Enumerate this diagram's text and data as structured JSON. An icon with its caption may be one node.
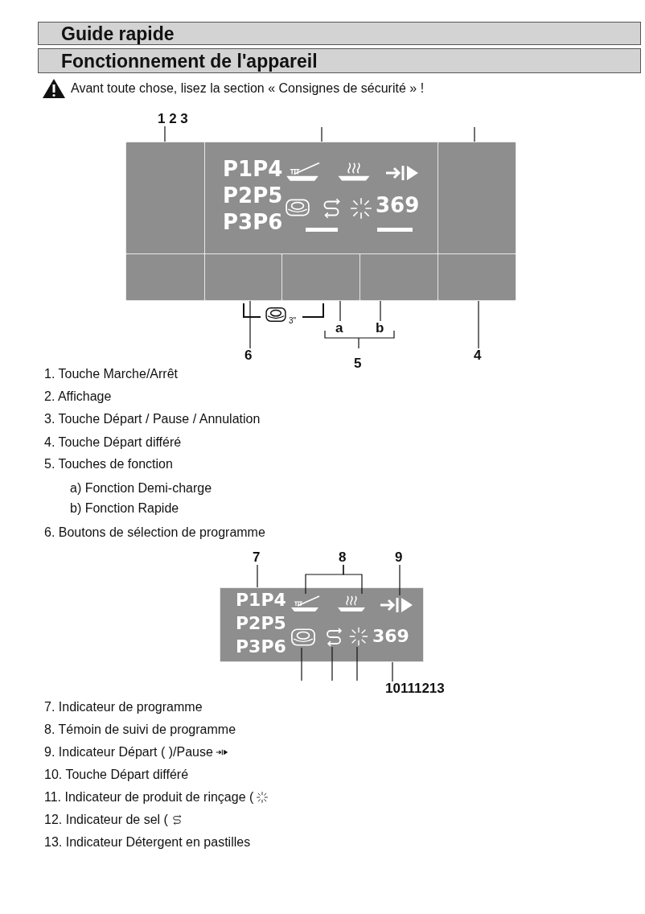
{
  "diagram": {
    "title": "Guide rapide",
    "nodes": [
      {
        "text": [
          "1 2 3"
        ]
      },
      {
        "text": [],
        "shape": "box"
      },
      {
        "text": [
          "P1P4",
          "P2P5",
          "P3P6",
          "369"
        ]
      },
      {
        "text": [],
        "shape": "box"
      },
      {
        "text": [],
        "shape": "box"
      },
      {
        "text": [],
        "shape": "box"
      },
      {
        "text": [],
        "shape": "box"
      },
      {
        "text": [],
        "shape": "box"
      },
      {
        "text": [],
        "shape": "box"
      },
      {
        "text": [
          "6"
        ]
      },
      {
        "text": [
          "a"
        ]
      },
      {
        "text": [
          "b"
        ]
      },
      {
        "text": [
          "4"
        ]
      },
      {
        "text": [
          "7"
        ]
      },
      {
        "text": [
          "8"
        ]
      },
      {
        "text": [
          "9"
        ]
      },
      {
        "text": [
          "P1P4",
          "P2P5",
          "P3P6",
          "369"
        ]
      },
      {
        "text": [],
        "shape": "picture",
        "in": 16
      },
      {
        "text": [],
        "shape": "picture",
        "in": 16
      },
      {
        "text": [],
        "shape": "picture",
        "in": 16
      },
      {
        "text": [],
        "shape": "picture",
        "in": 16
      },
      {
        "text": [],
        "shape": "picture",
        "in": 16
      },
      {
        "text": [],
        "shape": "picture",
        "in": 16
      },
      {
        "text": [
          "10111213"
        ]
      }
    ],
    "edges": [
      {
        "from": 0,
        "to": 1,
        "arrow": "none"
      },
      {
        "from": null,
        "to": 2,
        "arrow": "none"
      },
      {
        "from": null,
        "to": 3,
        "arrow": "none"
      },
      {
        "from": 9,
        "to": 5,
        "arrow": "none"
      },
      {
        "from": 10,
        "to": 6,
        "arrow": "none"
      },
      {
        "from": 11,
        "to": 7,
        "arrow": "none"
      },
      {
        "from": 12,
        "to": 8,
        "arrow": "none"
      },
      {
        "from": 13,
        "to": 16,
        "arrow": "none"
      },
      {
        "from": 14,
        "to": 17,
        "arrow": "none"
      },
      {
        "from": 14,
        "to": 18,
        "arrow": "none"
      },
      {
        "from": 15,
        "to": 19,
        "arrow": "none"
      },
      {
        "from": 20,
        "to": null,
        "arrow": "none"
      },
      {
        "from": 21,
        "to": null,
        "arrow": "none"
      },
      {
        "from": 22,
        "to": null,
        "arrow": "none"
      },
      {
        "from": 23,
        "to": 16,
        "arrow": "none"
      }
    ],
    "labels": [
      "Fonctionnement de l'appareil",
      "Avant toute chose, lisez la section « Consignes de sécurité » !",
      "3\"",
      "5",
      "1. Touche Marche/Arrêt",
      "2. Affichage",
      "3. Touche Départ / Pause / Annulation",
      "4. Touche Départ différé",
      "5. Touches de fonction",
      "a) Fonction Demi-charge",
      "b) Fonction Rapide",
      "6. Boutons de sélection de programme",
      "7. Indicateur de programme",
      "8. Témoin de suivi de programme",
      "9. Indicateur Départ ( )/Pause",
      "10. Touche Départ différé",
      "11. Indicateur de produit de rinçage (",
      "12. Indicateur de sel (",
      "13. Indicateur Détergent en pastilles"
    ]
  }
}
